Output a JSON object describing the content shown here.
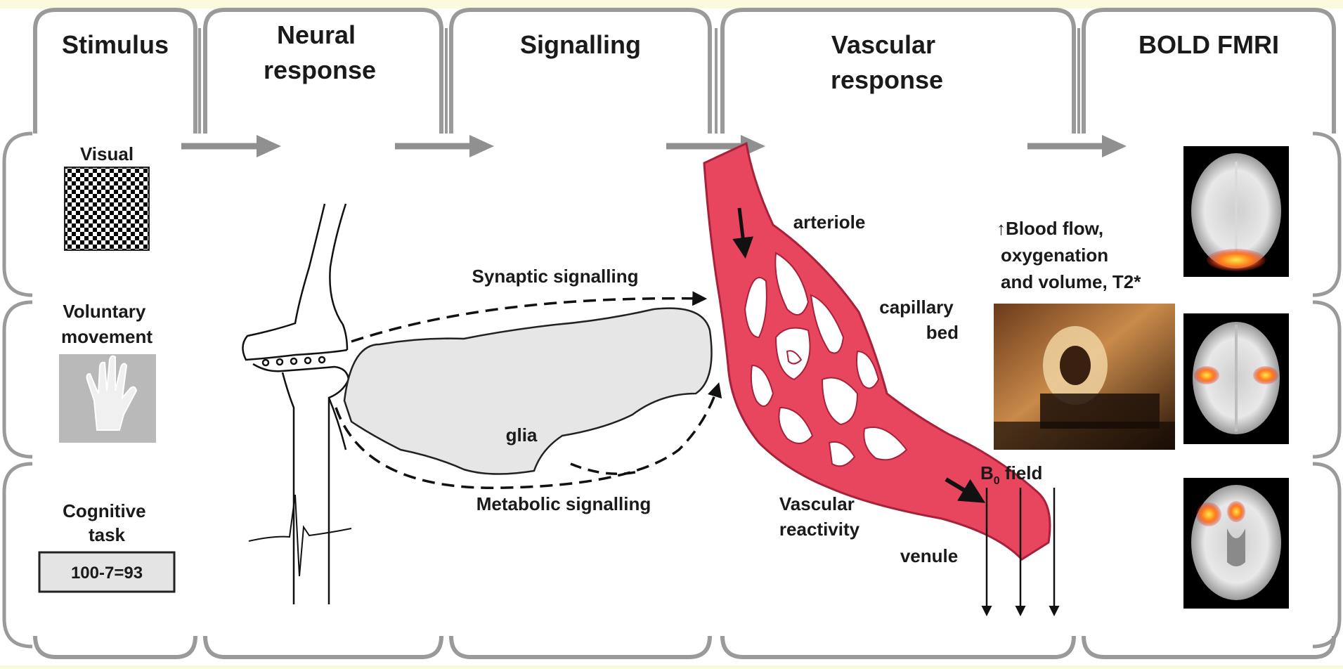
{
  "stages": [
    {
      "title_lines": [
        "Stimulus"
      ]
    },
    {
      "title_lines": [
        "Neural",
        "response"
      ]
    },
    {
      "title_lines": [
        "Signalling"
      ]
    },
    {
      "title_lines": [
        "Vascular",
        "response"
      ]
    },
    {
      "title_lines": [
        "BOLD FMRI"
      ]
    }
  ],
  "stimuli": [
    {
      "label_lines": [
        "Visual"
      ],
      "icon": "checkerboard-icon"
    },
    {
      "label_lines": [
        "Voluntary",
        "movement"
      ],
      "icon": "hand-movement-image"
    },
    {
      "label_lines": [
        "Cognitive",
        "task"
      ],
      "box_text": "100-7=93"
    }
  ],
  "signalling": {
    "synaptic": "Synaptic signalling",
    "metabolic": "Metabolic signalling",
    "glia": "glia"
  },
  "vascular": {
    "arteriole": "arteriole",
    "capillary_lines": [
      "capillary",
      "bed"
    ],
    "reactivity_lines": [
      "Vascular",
      "reactivity"
    ],
    "venule": "venule",
    "b0_base": "B",
    "b0_sub": "0",
    "b0_rest": " field"
  },
  "bold": {
    "effect_lines": [
      "↑Blood flow,",
      "oxygenation",
      "and volume, T2*"
    ],
    "scans": [
      "visual-activation-scan",
      "motor-activation-scan",
      "cognitive-activation-scan"
    ]
  },
  "colors": {
    "background": "#fcfadd",
    "frame": "#9a9a9a",
    "arrow": "#909090",
    "vessel": "#e8455f",
    "vessel_dark": "#a8213a",
    "glia": "#e6e6e6"
  }
}
